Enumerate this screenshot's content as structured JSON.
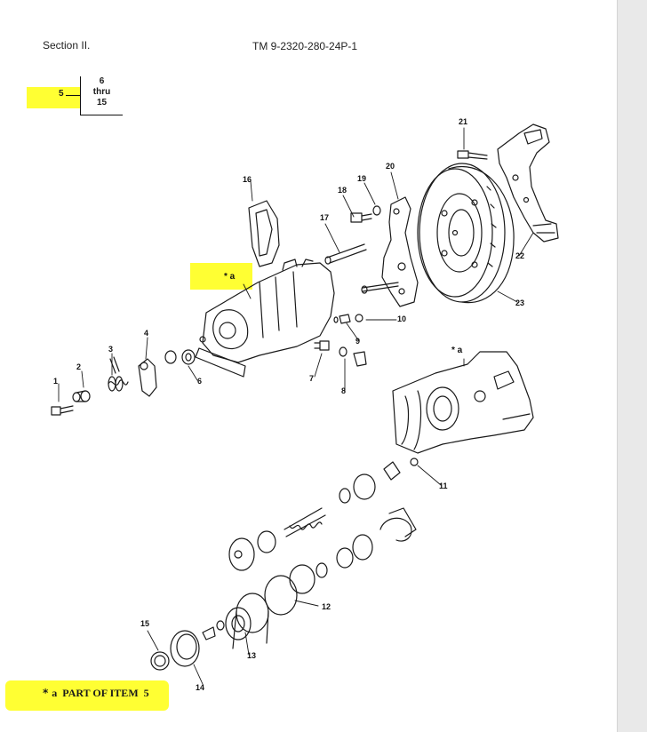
{
  "header": {
    "section": "Section II.",
    "tm_number": "TM 9-2320-280-24P-1"
  },
  "figure_ref": {
    "item": "5",
    "range_start": "6",
    "range_word": "thru",
    "range_end": "15"
  },
  "item_numbers": [
    "1",
    "2",
    "3",
    "4",
    "6",
    "7",
    "8",
    "9",
    "10",
    "11",
    "12",
    "13",
    "14",
    "15",
    "16",
    "17",
    "18",
    "19",
    "20",
    "21",
    "22",
    "23"
  ],
  "assembly_marker": "* a",
  "legend": {
    "star": "*",
    "text": "a  PART OF ITEM  5"
  },
  "colors": {
    "highlight": "#ffff33",
    "ink": "#1a1a1a",
    "gutter": "#e9e9e9"
  }
}
